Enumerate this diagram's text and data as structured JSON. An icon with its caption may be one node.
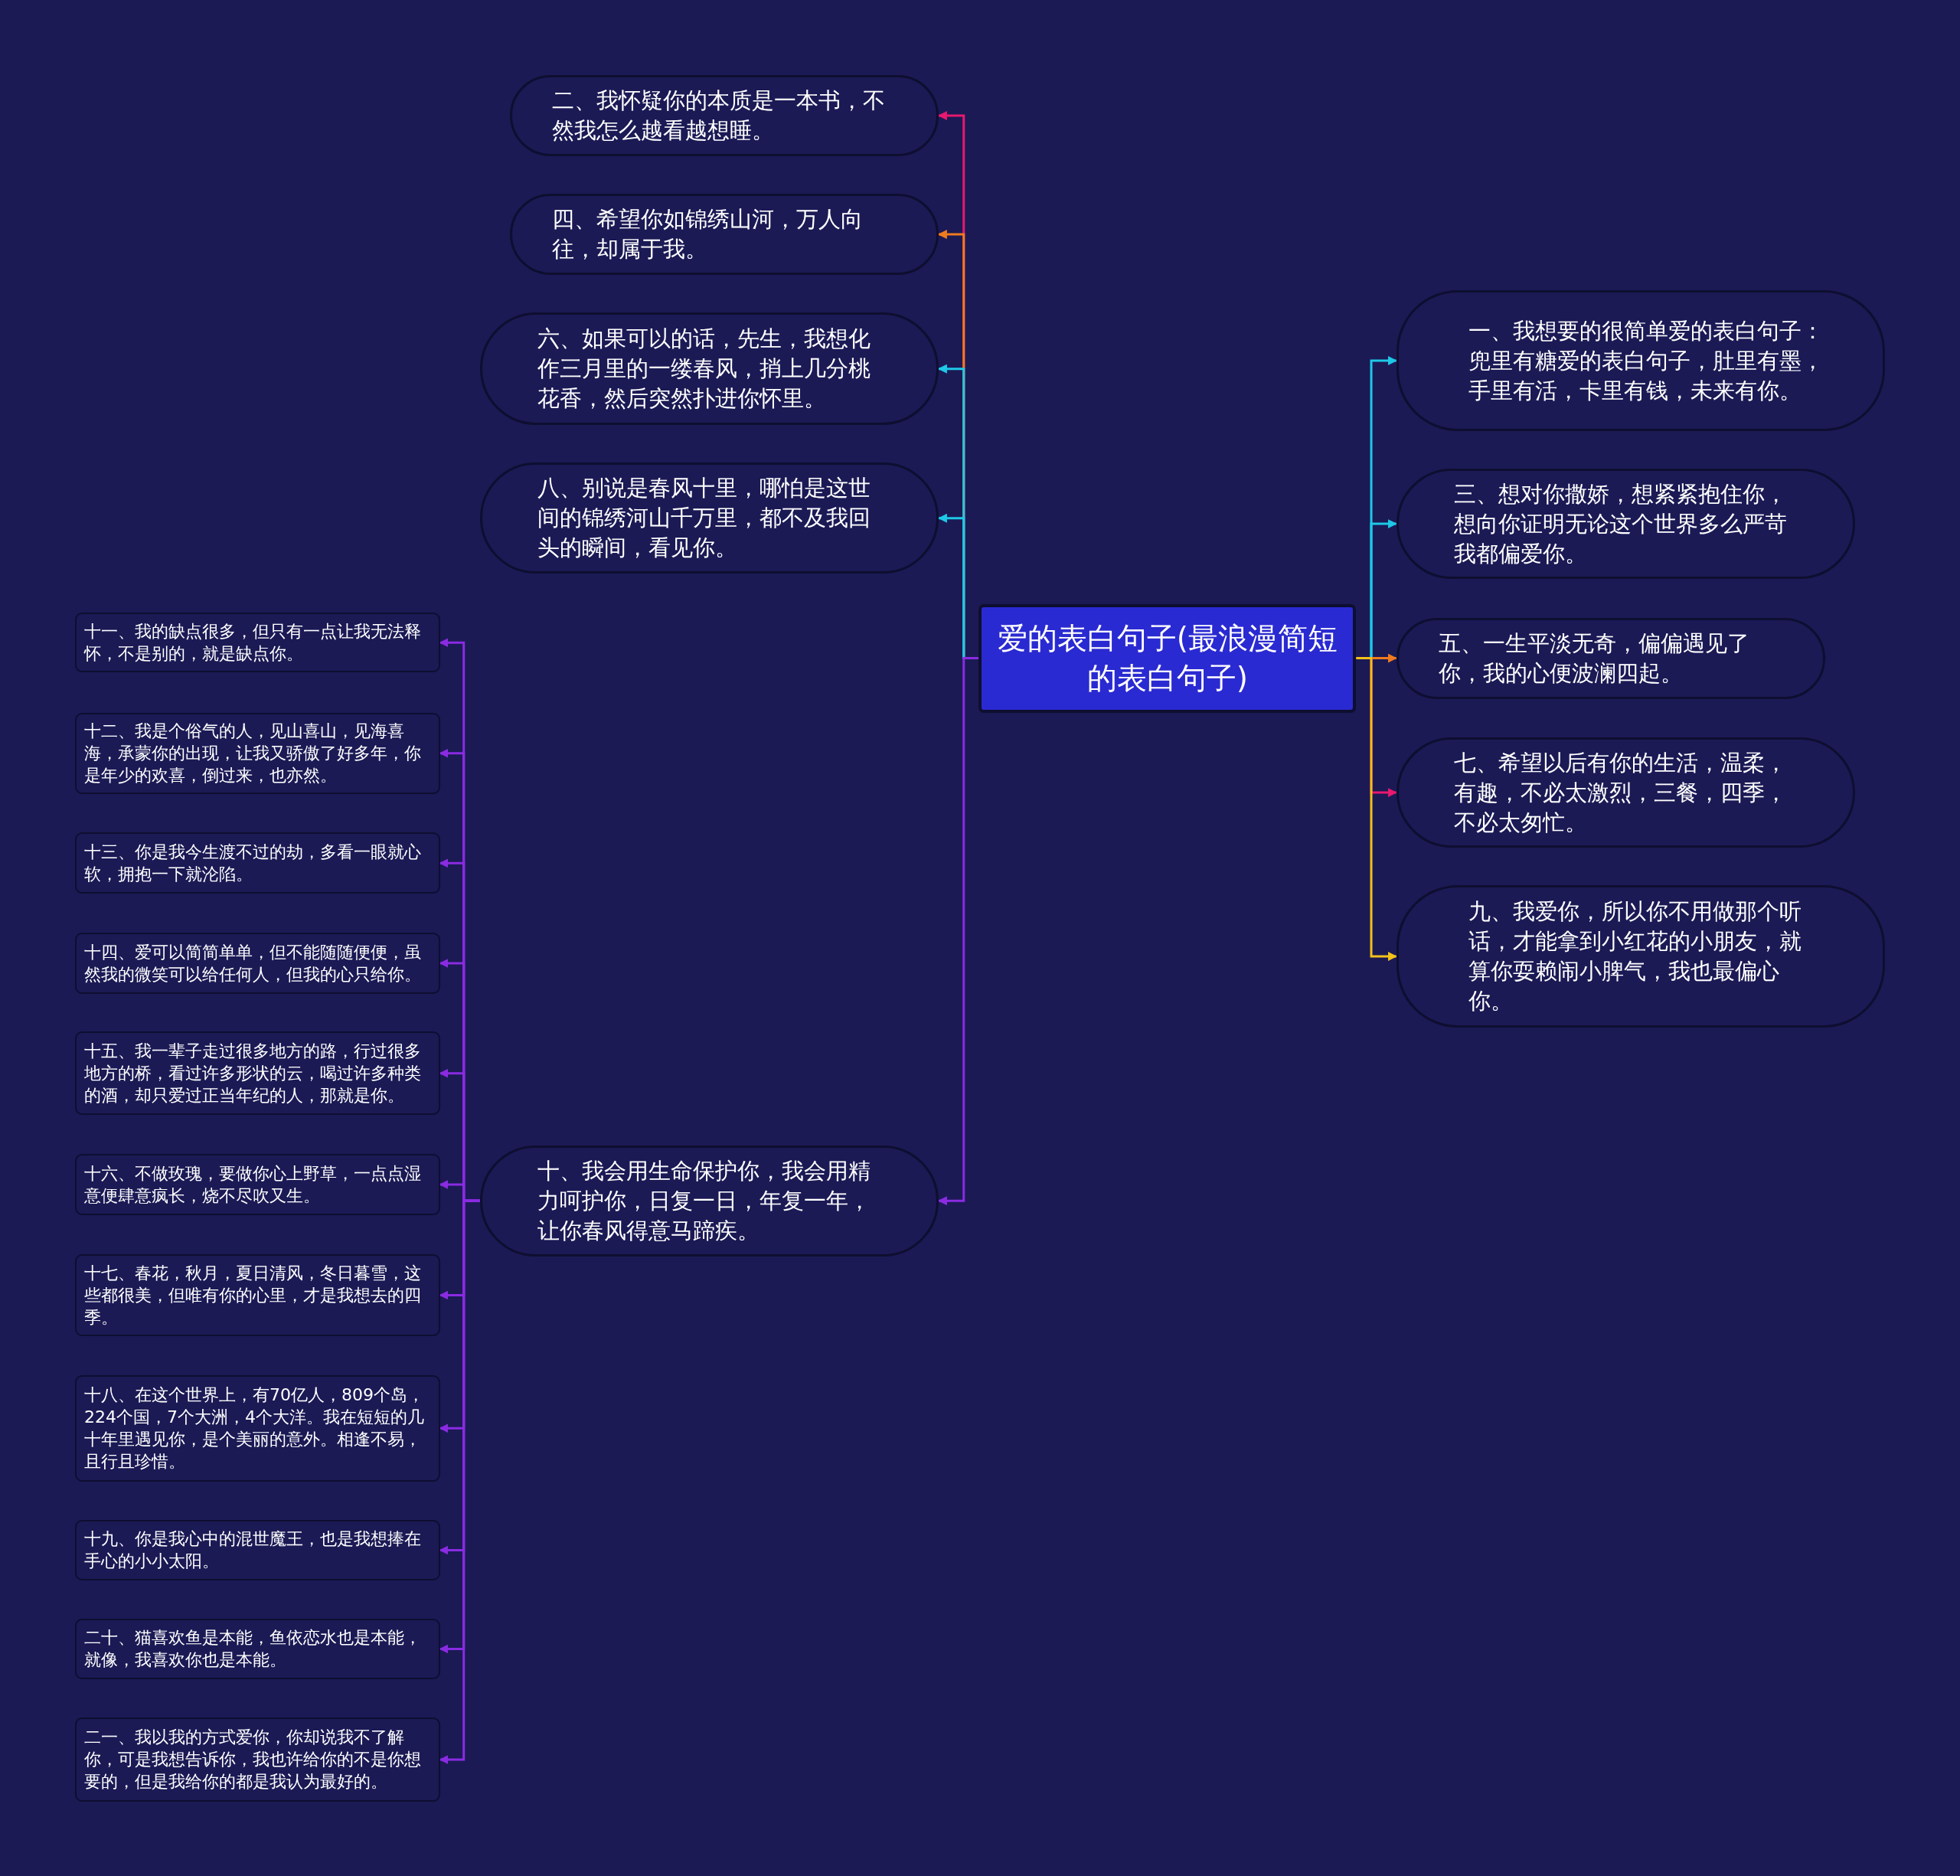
{
  "diagram": {
    "nodes": [
      {
        "text": [
          "爱的表白句子(最浪漫简短的表白句子)"
        ]
      },
      {
        "text": [
          "一、我想要的很简单爱的表白句子：兜里有糖爱的表白句子，肚里有墨，手里有活，卡里有钱，未来有你。"
        ]
      },
      {
        "text": [
          "二、我怀疑你的本质是一本书，不然我怎么越看越想睡。"
        ]
      },
      {
        "text": [
          "三、想对你撒娇，想紧紧抱住你，想向你证明无论这个世界多么严苛我都偏爱你。"
        ]
      },
      {
        "text": [
          "四、希望你如锦绣山河，万人向往，却属于我。"
        ]
      },
      {
        "text": [
          "五、一生平淡无奇，偏偏遇见了你，我的心便波澜四起。"
        ]
      },
      {
        "text": [
          "六、如果可以的话，先生，我想化作三月里的一缕春风，捎上几分桃花香，然后突然扑进你怀里。"
        ]
      },
      {
        "text": [
          "七、希望以后有你的生活，温柔，有趣，不必太激烈，三餐，四季，不必太匆忙。"
        ]
      },
      {
        "text": [
          "八、别说是春风十里，哪怕是这世间的锦绣河山千万里，都不及我回头的瞬间，看见你。"
        ]
      },
      {
        "text": [
          "九、我爱你，所以你不用做那个听话，才能拿到小红花的小朋友，就算你耍赖闹小脾气，我也最偏心你。"
        ]
      },
      {
        "text": [
          "十、我会用生命保护你，我会用精力呵护你，日复一日，年复一年，让你春风得意马蹄疾。"
        ]
      },
      {
        "text": [
          "十一、我的缺点很多，但只有一点让我无法释怀，不是别的，就是缺点你。"
        ]
      },
      {
        "text": [
          "十二、我是个俗气的人，见山喜山，见海喜海，承蒙你的出现，让我又骄傲了好多年，你是年少的欢喜，倒过来，也亦然。"
        ]
      },
      {
        "text": [
          "十三、你是我今生渡不过的劫，多看一眼就心软，拥抱一下就沦陷。"
        ]
      },
      {
        "text": [
          "十四、爱可以简简单单，但不能随随便便，虽然我的微笑可以给任何人，但我的心只给你。"
        ]
      },
      {
        "text": [
          "十五、我一辈子走过很多地方的路，行过很多地方的桥，看过许多形状的云，喝过许多种类的酒，却只爱过正当年纪的人，那就是你。"
        ]
      },
      {
        "text": [
          "十六、不做玫瑰，要做你心上野草，一点点湿意便肆意疯长，烧不尽吹又生。"
        ]
      },
      {
        "text": [
          "十七、春花，秋月，夏日清风，冬日暮雪，这些都很美，但唯有你的心里，才是我想去的四季。"
        ]
      },
      {
        "text": [
          "十八、在这个世界上，有70亿人，809个岛，224个国，7个大洲，4个大洋。我在短短的几十年里遇见你，是个美丽的意外。相逢不易，且行且珍惜。"
        ]
      },
      {
        "text": [
          "十九、你是我心中的混世魔王，也是我想捧在手心的小小太阳。"
        ]
      },
      {
        "text": [
          "二十、猫喜欢鱼是本能，鱼依恋水也是本能，就像，我喜欢你也是本能。"
        ]
      },
      {
        "text": [
          "二一、我以我的方式爱你，你却说我不了解你，可是我想告诉你，我也许给你的不是你想要的，但是我给你的都是我认为最好的。"
        ]
      }
    ],
    "edges": [
      {
        "from": 0,
        "to": 1,
        "arrow": "to",
        "color": "#1ec8e6"
      },
      {
        "from": 0,
        "to": 2,
        "arrow": "to",
        "color": "#e8196e"
      },
      {
        "from": 0,
        "to": 3,
        "arrow": "to",
        "color": "#1ec8e6"
      },
      {
        "from": 0,
        "to": 4,
        "arrow": "to",
        "color": "#f07b1e"
      },
      {
        "from": 0,
        "to": 5,
        "arrow": "to",
        "color": "#f07b1e"
      },
      {
        "from": 0,
        "to": 6,
        "arrow": "to",
        "color": "#1ec8e6"
      },
      {
        "from": 0,
        "to": 7,
        "arrow": "to",
        "color": "#e8196e"
      },
      {
        "from": 0,
        "to": 8,
        "arrow": "to",
        "color": "#1ec8e6"
      },
      {
        "from": 0,
        "to": 9,
        "arrow": "to",
        "color": "#f2c11a"
      },
      {
        "from": 0,
        "to": 10,
        "arrow": "to"
      },
      {
        "from": 10,
        "to": 11,
        "arrow": "to"
      },
      {
        "from": 10,
        "to": 12,
        "arrow": "to"
      },
      {
        "from": 10,
        "to": 13,
        "arrow": "to"
      },
      {
        "from": 10,
        "to": 14,
        "arrow": "to"
      },
      {
        "from": 10,
        "to": 15,
        "arrow": "to"
      },
      {
        "from": 10,
        "to": 16,
        "arrow": "to"
      },
      {
        "from": 10,
        "to": 17,
        "arrow": "to"
      },
      {
        "from": 10,
        "to": 18,
        "arrow": "to"
      },
      {
        "from": 10,
        "to": 19,
        "arrow": "to"
      },
      {
        "from": 10,
        "to": 20,
        "arrow": "to"
      },
      {
        "from": 10,
        "to": 21,
        "arrow": "to"
      }
    ]
  }
}
